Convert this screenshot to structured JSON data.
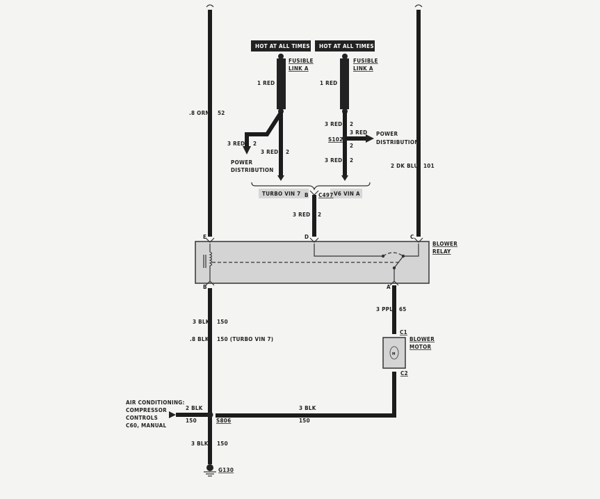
{
  "diagram": {
    "hot_left": "HOT AT ALL TIMES",
    "hot_right": "HOT AT ALL TIMES",
    "fusible_left": [
      "FUSIBLE",
      "LINK A"
    ],
    "fusible_right": [
      "FUSIBLE",
      "LINK A"
    ],
    "wire_1red_left": "1 RED",
    "wire_1red_right": "1 RED",
    "wire_orn": ".8 ORN",
    "circuit_52": "52",
    "wire_dkblu": "2 DK BLU",
    "circuit_101": "101",
    "branch_left": {
      "wire": "3 RED",
      "circuit": "2",
      "dest": [
        "POWER",
        "DISTRIBUTION"
      ]
    },
    "left_main": {
      "wire": "3 RED",
      "circuit": "2"
    },
    "right_upper": {
      "wire": "3 RED",
      "circuit": "2"
    },
    "s102": "S102",
    "s102_branch": {
      "wire": "3 RED",
      "circuit": "2",
      "dest": [
        "POWER",
        "DISTRIBUTION"
      ]
    },
    "right_lower": {
      "wire": "3 RED",
      "circuit": "2"
    },
    "turbo_label": "TURBO VIN 7",
    "v6_label": "V6 VIN A",
    "c497": "C497",
    "c497_pin": "B",
    "d_wire": {
      "wire": "3 RED",
      "circuit": "2"
    },
    "pins": {
      "E": "E",
      "D": "D",
      "C": "C",
      "B": "B",
      "A": "A"
    },
    "blower_relay": [
      "BLOWER",
      "RELAY"
    ],
    "a_wire": {
      "wire": "3 PPL",
      "circuit": "65"
    },
    "c1": "C1",
    "c2": "C2",
    "blower_motor": [
      "BLOWER",
      "MOTOR"
    ],
    "motor_symbol": "M",
    "b_wire1": {
      "wire": "3 BLK",
      "circuit": "150"
    },
    "b_wire2": {
      "wire": ".8 BLK",
      "circuit": "150 (TURBO VIN 7)"
    },
    "ac_label": [
      "AIR CONDITIONING:",
      "COMPRESSOR",
      "CONTROLS",
      "C60, MANUAL"
    ],
    "ac_wire": {
      "wire": "2 BLK",
      "circuit": "150"
    },
    "s806": "S806",
    "motor_ground_wire": {
      "wire": "3 BLK",
      "circuit": "150"
    },
    "ground_wire": {
      "wire": "3 BLK",
      "circuit": "150"
    },
    "g130": "G130"
  }
}
